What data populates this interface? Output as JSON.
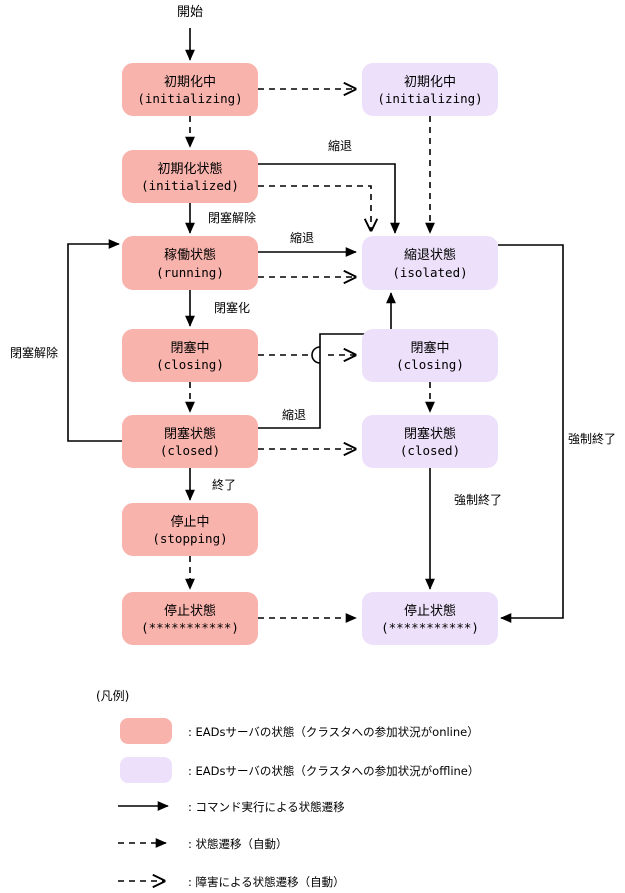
{
  "diagram": {
    "start_label": "開始",
    "colors": {
      "online_fill": "#F9B3AD",
      "offline_fill": "#EDE0FA",
      "line": "#000000",
      "background": "#FFFFFF"
    },
    "states_online": [
      {
        "id": "initializing-online",
        "jp": "初期化中",
        "en": "(initializing)"
      },
      {
        "id": "initialized-online",
        "jp": "初期化状態",
        "en": "(initialized)"
      },
      {
        "id": "running-online",
        "jp": "稼働状態",
        "en": "(running)"
      },
      {
        "id": "closing-online",
        "jp": "閉塞中",
        "en": "(closing)"
      },
      {
        "id": "closed-online",
        "jp": "閉塞状態",
        "en": "(closed)"
      },
      {
        "id": "stopping-online",
        "jp": "停止中",
        "en": "(stopping)"
      },
      {
        "id": "stopped-online",
        "jp": "停止状態",
        "en": "(***********)"
      }
    ],
    "states_offline": [
      {
        "id": "initializing-offline",
        "jp": "初期化中",
        "en": "(initializing)"
      },
      {
        "id": "isolated-offline",
        "jp": "縮退状態",
        "en": "(isolated)"
      },
      {
        "id": "closing-offline",
        "jp": "閉塞中",
        "en": "(closing)"
      },
      {
        "id": "closed-offline",
        "jp": "閉塞状態",
        "en": "(closed)"
      },
      {
        "id": "stopped-offline",
        "jp": "停止状態",
        "en": "(***********)"
      }
    ],
    "edge_labels": {
      "degenerate_from_initialized": "縮退",
      "unblock_to_running": "閉塞解除",
      "degenerate_from_running": "縮退",
      "block_to_closing": "閉塞化",
      "degenerate_from_closed": "縮退",
      "unblock_loop_left": "閉塞解除",
      "terminate_to_stopping": "終了",
      "force_terminate_center": "強制終了",
      "force_terminate_right": "強制終了"
    }
  },
  "legend": {
    "title": "(凡例)",
    "items": [
      {
        "kind": "swatch-online",
        "text": ": EADsサーバの状態（クラスタへの参加状況がonline）"
      },
      {
        "kind": "swatch-offline",
        "text": ": EADsサーバの状態（クラスタへの参加状況がoffline）"
      },
      {
        "kind": "solid-arrow",
        "text": ": コマンド実行による状態遷移"
      },
      {
        "kind": "dashed-arrow",
        "text": ": 状態遷移（自動）"
      },
      {
        "kind": "dashed-open-arrow",
        "text": ": 障害による状態遷移（自動）"
      }
    ]
  }
}
